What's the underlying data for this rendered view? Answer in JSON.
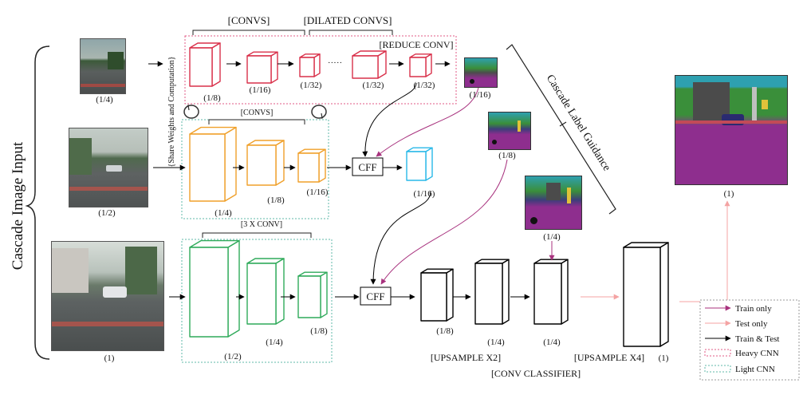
{
  "side_label": "Cascade Image Input",
  "share_label": "{Share Weights and Computation}",
  "guidance_label": "Cascade Label Guidance",
  "braces": {
    "convs_top": "[CONVS]",
    "dilated": "[DILATED CONVS]",
    "reduce": "[REDUCE CONV]",
    "convs_mid": "[CONVS]",
    "conv3x": "[3 X CONV]"
  },
  "inputs": [
    {
      "label": "(1/4)"
    },
    {
      "label": "(1/2)"
    },
    {
      "label": "(1)"
    }
  ],
  "top_row_scales": [
    "(1/8)",
    "(1/16)",
    "(1/32)",
    "(1/32)",
    "(1/32)"
  ],
  "ellipsis": "·····",
  "mid_row_scales": [
    "(1/4)",
    "(1/8)",
    "(1/16)"
  ],
  "bottom_row_scales": [
    "(1/2)",
    "(1/4)",
    "(1/8)"
  ],
  "cff_label": "CFF",
  "cff_out_scale": "(1/16)",
  "decoder_scales": [
    "(1/8)",
    "(1/4)",
    "(1/4)",
    "(1)"
  ],
  "decoder_labels": {
    "upsample2": "[UPSAMPLE X2]",
    "upsample4": "[UPSAMPLE X4]",
    "classifier": "[CONV CLASSIFIER]"
  },
  "seg_maps": [
    {
      "label": "(1/16)"
    },
    {
      "label": "(1/8)"
    },
    {
      "label": "(1/4)"
    },
    {
      "label": "(1)"
    }
  ],
  "legend": [
    {
      "label": "Train only",
      "kind": "arrow",
      "color": "#a8327e"
    },
    {
      "label": "Test only",
      "kind": "arrow",
      "color": "#f4a3a3"
    },
    {
      "label": "Train & Test",
      "kind": "arrow",
      "color": "#000000"
    },
    {
      "label": "Heavy CNN",
      "kind": "box",
      "color": "#e05a86"
    },
    {
      "label": "Light CNN",
      "kind": "box",
      "color": "#5fb8a8"
    }
  ],
  "colors": {
    "red": "#d9304a",
    "orange": "#f0a02a",
    "green": "#2faa5a",
    "cyan": "#28b8e8",
    "heavy": "#e05a86",
    "light": "#5fb8a8",
    "train_only": "#a8327e",
    "test_only": "#f4a3a3",
    "black": "#000000"
  }
}
